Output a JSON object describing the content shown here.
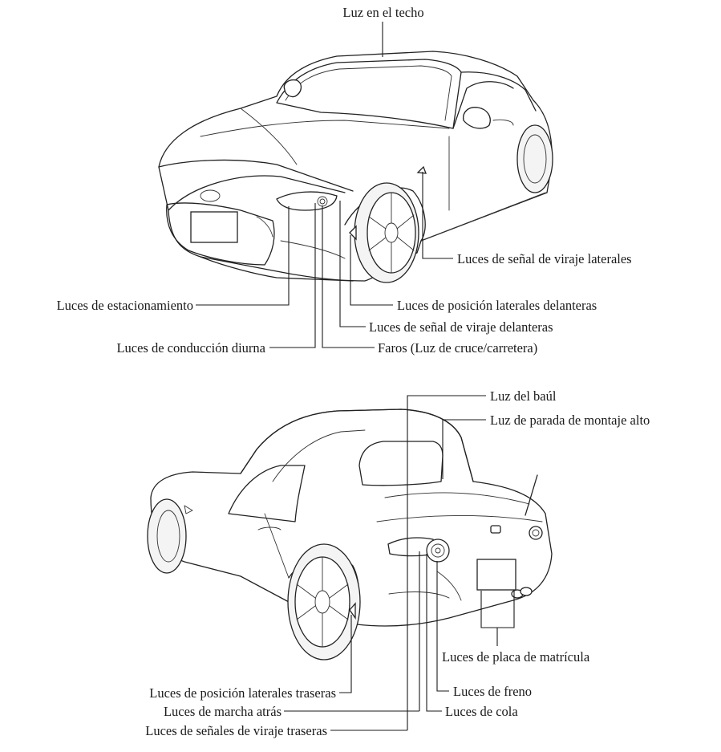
{
  "front_view": {
    "labels": {
      "roof_light": "Luz en el techo",
      "side_turn_signals": "Luces de señal de viraje laterales",
      "parking_lights": "Luces de estacionamiento",
      "front_side_markers": "Luces de posición laterales delanteras",
      "front_turn_signals": "Luces de señal de viraje delanteras",
      "daytime_running_lights": "Luces de conducción diurna",
      "headlights": "Faros (Luz de cruce/carretera)"
    }
  },
  "rear_view": {
    "labels": {
      "trunk_light": "Luz del baúl",
      "high_mount_stop_light": "Luz de parada de montaje alto",
      "license_plate_lights": "Luces de placa de matrícula",
      "rear_side_markers": "Luces de posición laterales traseras",
      "brake_lights": "Luces de freno",
      "reverse_lights": "Luces de marcha atrás",
      "tail_lights": "Luces de cola",
      "rear_turn_signals": "Luces de señales de viraje traseras"
    }
  }
}
